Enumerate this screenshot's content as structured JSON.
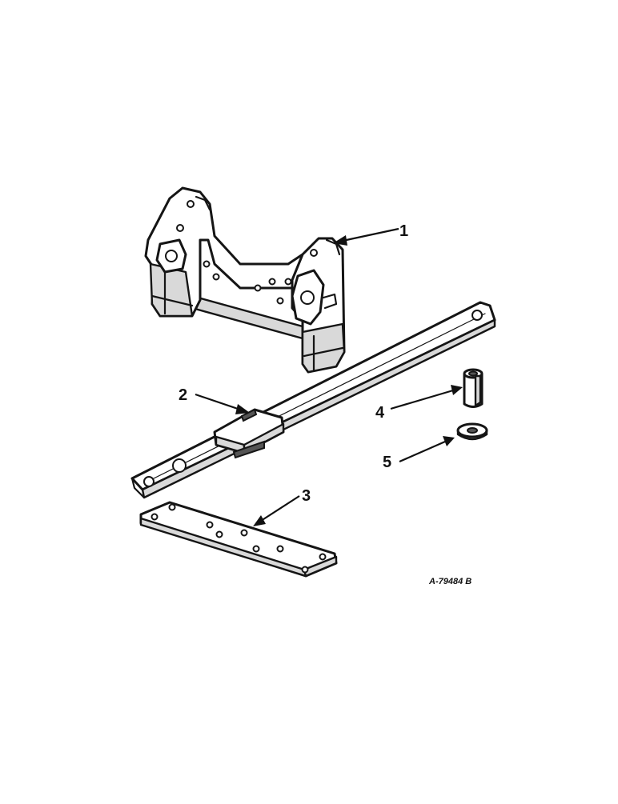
{
  "figure": {
    "reference_code": "A-79484 B",
    "callouts": [
      {
        "id": "callout-1",
        "label": "1"
      },
      {
        "id": "callout-2",
        "label": "2"
      },
      {
        "id": "callout-3",
        "label": "3"
      },
      {
        "id": "callout-4",
        "label": "4"
      },
      {
        "id": "callout-5",
        "label": "5"
      }
    ]
  }
}
